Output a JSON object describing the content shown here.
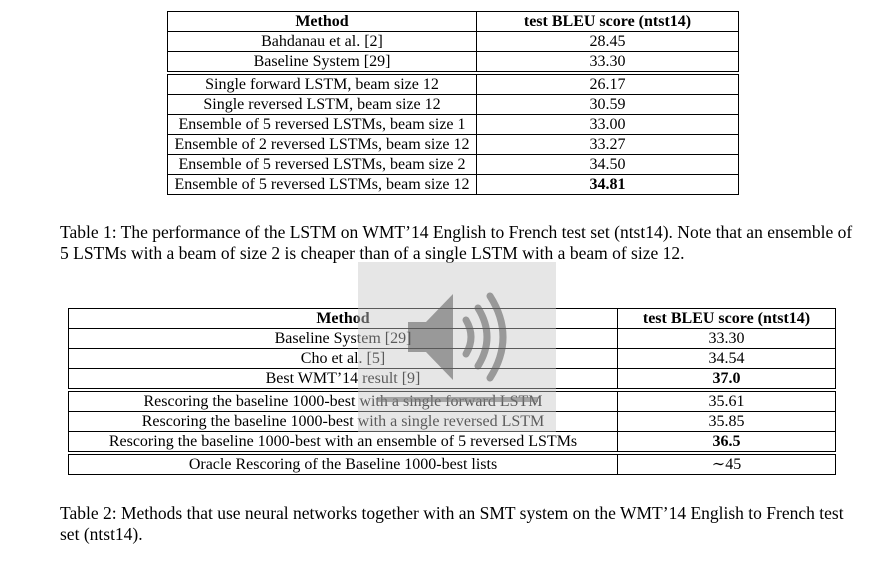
{
  "table1": {
    "headers": [
      "Method",
      "test BLEU score (ntst14)"
    ],
    "group1": [
      {
        "method": "Bahdanau et al. [2]",
        "score": "28.45"
      },
      {
        "method": "Baseline System [29]",
        "score": "33.30"
      }
    ],
    "group2": [
      {
        "method": "Single forward LSTM, beam size 12",
        "score": "26.17"
      },
      {
        "method": "Single reversed LSTM, beam size 12",
        "score": "30.59"
      },
      {
        "method": "Ensemble of 5 reversed LSTMs, beam size 1",
        "score": "33.00"
      },
      {
        "method": "Ensemble of 2 reversed LSTMs, beam size 12",
        "score": "33.27"
      },
      {
        "method": "Ensemble of 5 reversed LSTMs, beam size 2",
        "score": "34.50"
      },
      {
        "method": "Ensemble of 5 reversed LSTMs, beam size 12",
        "score": "34.81"
      }
    ],
    "caption": "Table 1: The performance of the LSTM on WMT’14 English to French test set (ntst14). Note that an ensemble of 5 LSTMs with a beam of size 2 is cheaper than of a single LSTM with a beam of size 12."
  },
  "table2": {
    "headers": [
      "Method",
      "test BLEU score (ntst14)"
    ],
    "group1": [
      {
        "method": "Baseline System [29]",
        "score": "33.30"
      },
      {
        "method": "Cho et al. [5]",
        "score": "34.54"
      },
      {
        "method": "Best WMT’14 result [9]",
        "score": "37.0"
      }
    ],
    "group2": [
      {
        "method": "Rescoring the baseline 1000-best with a single forward LSTM",
        "score": "35.61"
      },
      {
        "method": "Rescoring the baseline 1000-best with a single reversed LSTM",
        "score": "35.85"
      },
      {
        "method": "Rescoring the baseline 1000-best with an ensemble of 5 reversed LSTMs",
        "score": "36.5"
      }
    ],
    "group3": [
      {
        "method": "Oracle Rescoring of the Baseline 1000-best lists",
        "score": "∼45"
      }
    ],
    "caption": "Table 2: Methods that use neural networks together with an SMT system on the WMT’14 English to French test set (ntst14)."
  },
  "overlay": {
    "icon": "speaker-volume-icon"
  }
}
